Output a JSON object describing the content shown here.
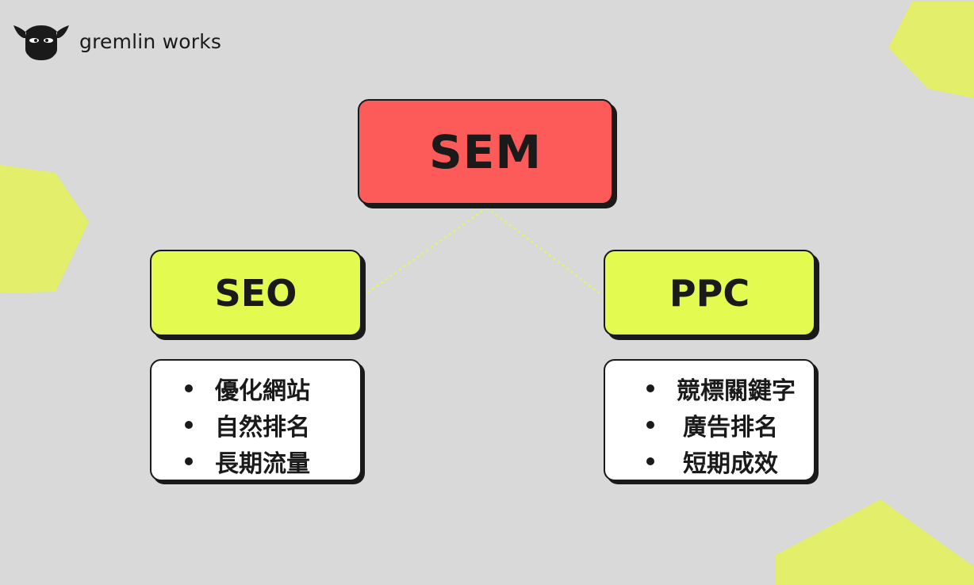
{
  "brand": {
    "name": "gremlin works",
    "icon": "gremlin-mascot-icon"
  },
  "colors": {
    "background": "#d9d9d9",
    "accent_red": "#fd5a5a",
    "accent_lime": "#e3fb51",
    "ink": "#1a1a1a",
    "connector": "#e3fb51"
  },
  "diagram": {
    "root": {
      "label": "SEM"
    },
    "branches": [
      {
        "label": "SEO",
        "items": [
          "優化網站",
          "自然排名",
          "長期流量"
        ]
      },
      {
        "label": "PPC",
        "items": [
          "競標關鍵字",
          "廣告排名",
          "短期成效"
        ]
      }
    ]
  }
}
